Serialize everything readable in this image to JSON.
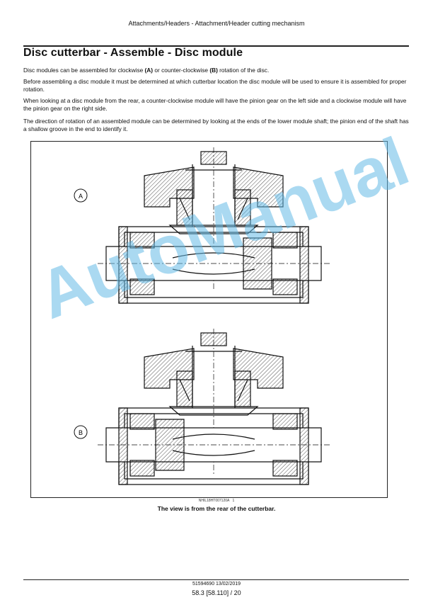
{
  "header": "Attachments/Headers - Attachment/Header cutting mechanism",
  "title": "Disc cutterbar - Assemble - Disc module",
  "paragraphs": {
    "p1_before": "Disc modules can be assembled for clockwise ",
    "p1_a": "(A)",
    "p1_mid": " or counter-clockwise ",
    "p1_b": "(B)",
    "p1_after": " rotation of the disc.",
    "p2": "Before assembling a disc module it must be determined at which cutterbar location the disc module will be used to ensure it is assembled for proper rotation.",
    "p3": "When looking at a disc module from the rear, a counter-clockwise module will have the pinion gear on the left side and a clockwise module will have the pinion gear on the right side.",
    "p4": "The direction of rotation of an assembled module can be determined by looking at the ends of the lower module shaft; the pinion end of the shaft has a shallow groove in the end to identify it."
  },
  "figure": {
    "label_a": "A",
    "label_b": "B",
    "ref": "NHIL18HT007120A",
    "ref_num": "1",
    "caption": "The view is from the rear of the cutterbar."
  },
  "watermark": "AutoManual",
  "footer": {
    "code": "51594690 13/02/2019",
    "page": "58.3 [58.110] / 20"
  }
}
